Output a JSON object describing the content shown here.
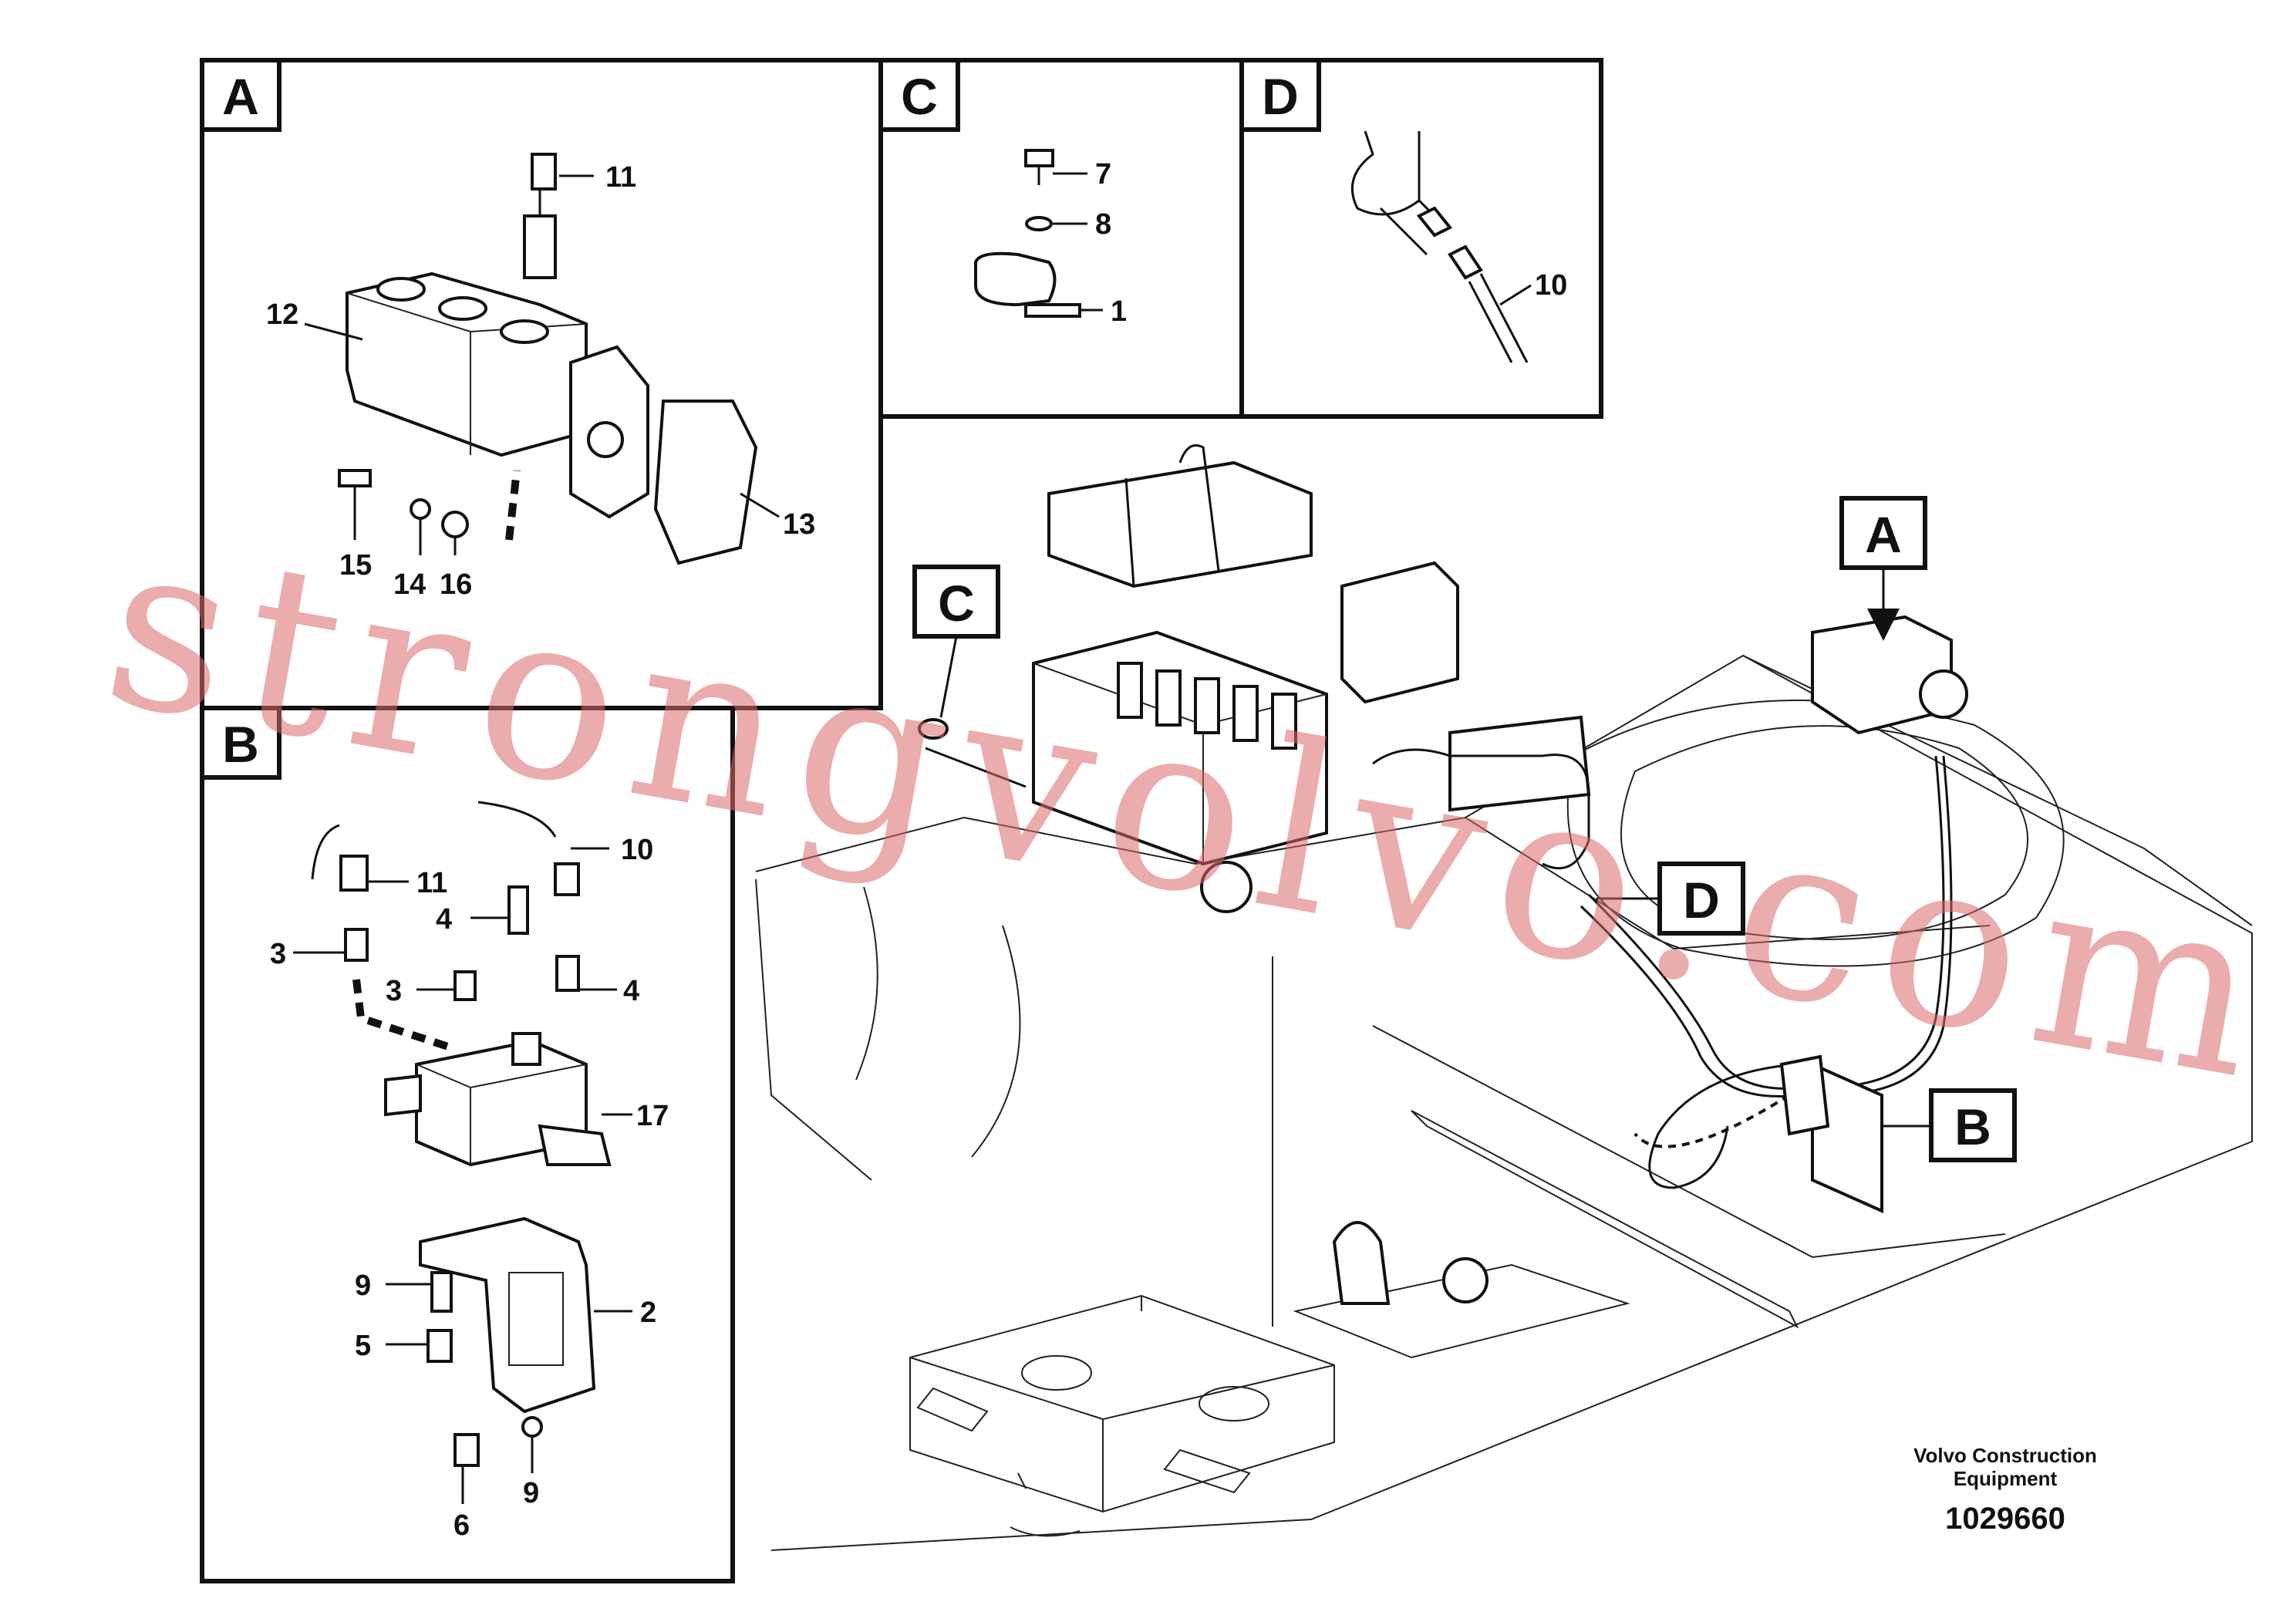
{
  "panels": {
    "A": {
      "tag": "A",
      "callouts": {
        "c11": "11",
        "c12": "12",
        "c13": "13",
        "c15": "15",
        "c14": "14",
        "c16": "16"
      }
    },
    "B": {
      "tag": "B",
      "callouts": {
        "c10": "10",
        "c11": "11",
        "c4a": "4",
        "c3a": "3",
        "c3b": "3",
        "c4b": "4",
        "c17": "17",
        "c9a": "9",
        "c5": "5",
        "c2": "2",
        "c6": "6",
        "c9b": "9"
      }
    },
    "C": {
      "tag": "C",
      "callouts": {
        "c7": "7",
        "c8": "8",
        "c1": "1"
      }
    },
    "D": {
      "tag": "D",
      "callouts": {
        "c10": "10"
      }
    }
  },
  "main_view": {
    "tag_A": "A",
    "tag_B": "B",
    "tag_C": "C",
    "tag_D": "D"
  },
  "footer": {
    "company_line1": "Volvo Construction",
    "company_line2": "Equipment",
    "drawing_number": "1029660"
  },
  "watermark": "strongvolvo.com"
}
